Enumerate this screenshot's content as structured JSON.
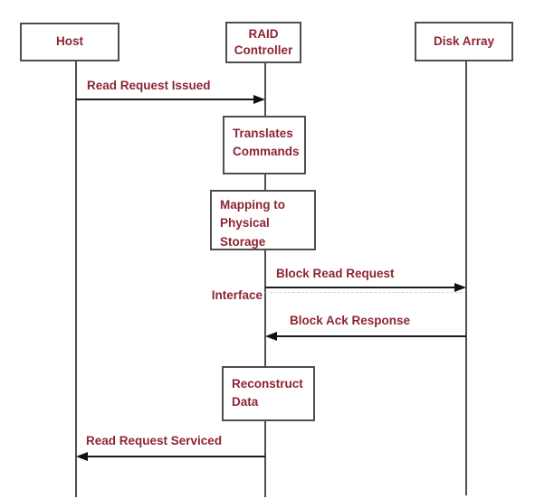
{
  "colors": {
    "text": "#8e2433",
    "box_border": "#4f4f4f",
    "lifeline": "#4f4f4f",
    "arrow": "#1a1a1a",
    "background": "#ffffff"
  },
  "actors": {
    "host": {
      "label": "Host"
    },
    "raid": {
      "line1": "RAID",
      "line2": "Controller"
    },
    "disk": {
      "label": "Disk Array"
    }
  },
  "process_boxes": {
    "translates": {
      "line1": "Translates",
      "line2": "Commands"
    },
    "mapping": {
      "line1": "Mapping to",
      "line2": "Physical",
      "line3": "Storage"
    },
    "reconstruct": {
      "line1": "Reconstruct",
      "line2": "Data"
    }
  },
  "messages": {
    "read_request_issued": {
      "label": "Read Request Issued",
      "from": "Host",
      "to": "RAID Controller",
      "direction": "right"
    },
    "block_read_request": {
      "label": "Block Read Request",
      "from": "RAID Controller",
      "to": "Disk Array",
      "direction": "right"
    },
    "block_ack_response": {
      "label": "Block Ack Response",
      "from": "Disk Array",
      "to": "RAID Controller",
      "direction": "left"
    },
    "read_request_serviced": {
      "label": "Read Request Serviced",
      "from": "RAID Controller",
      "to": "Host",
      "direction": "left"
    }
  },
  "annotations": {
    "interface_label": "Interface"
  }
}
